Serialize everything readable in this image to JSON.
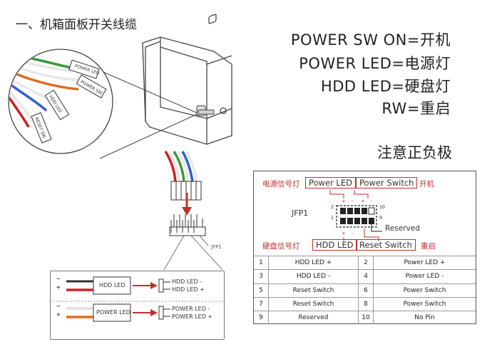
{
  "title": "一、机箱面板开关线缆",
  "legend": [
    "POWER SW ON=开机",
    "POWER LED=电源灯",
    "HDD LED=硬盘灯",
    "RW=重启"
  ],
  "note": "注意正负极",
  "header": {
    "top_left_red": "电源信号灯",
    "top_box_1": "Power LED",
    "top_box_2": "Power Switch",
    "top_right_red": "开机",
    "bottom_left_red": "硬盘信号灯",
    "bottom_box_1": "HDD LED",
    "bottom_box_2": "Reset Switch",
    "bottom_right_red": "重启",
    "label": "JFP1",
    "pin_left": "2",
    "pin_left_b": "1",
    "pin_right": "10",
    "pin_right_b": "9",
    "reserved": "Reserved",
    "top_signs": [
      "+",
      "-",
      "",
      "",
      "",
      ""
    ],
    "top_dots": [
      "+",
      "-",
      "+",
      "-",
      "",
      ""
    ],
    "bottom_signs": [
      "+",
      "-",
      "",
      "",
      "",
      ""
    ]
  },
  "pin_table": [
    {
      "n1": "1",
      "d1": "HDD LED +",
      "n2": "2",
      "d2": "Power LED +"
    },
    {
      "n1": "3",
      "d1": "HDD LED -",
      "n2": "4",
      "d2": "Power LED -"
    },
    {
      "n1": "5",
      "d1": "Reset Switch",
      "n2": "6",
      "d2": "Power Switch"
    },
    {
      "n1": "7",
      "d1": "Reset Switch",
      "n2": "8",
      "d2": "Power Switch"
    },
    {
      "n1": "9",
      "d1": "Reserved",
      "n2": "10",
      "d2": "No Pin"
    }
  ],
  "illustration": {
    "jfp_label": "JFP1",
    "plug_labels": [
      "POWER LED",
      "POWER SW",
      "HDD LED",
      "RESET SW"
    ]
  },
  "connectors": {
    "row1": {
      "minus": "−",
      "plus": "+",
      "plug": "HDD LED",
      "pin_a": "HDD LED -",
      "pin_b": "HDD LED +"
    },
    "row2": {
      "minus": "−",
      "plus": "+",
      "plug": "POWER LED",
      "pin_a": "POWER LED -",
      "pin_b": "POWER LED +"
    }
  },
  "colors": {
    "accent_red": "#c0312b",
    "wire_green": "#3a9a3a",
    "wire_blue": "#2e5fd0",
    "wire_orange": "#e06a1a",
    "wire_red": "#d32020",
    "wire_white": "#e8e8e8"
  }
}
